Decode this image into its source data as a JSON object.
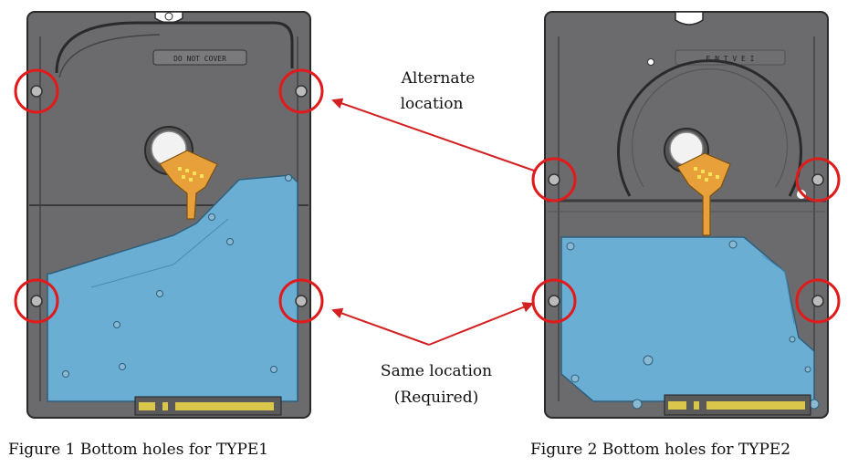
{
  "annotations": {
    "alternate_line1": "Alternate",
    "alternate_line2": "location",
    "same_line1": "Same location",
    "same_line2": "(Required)"
  },
  "captions": {
    "figure1": "Figure 1 Bottom holes for TYPE1",
    "figure2": "Figure 2 Bottom holes for TYPE2"
  },
  "drive_labels": {
    "type1_cover_label": "DO NOT COVER",
    "type2_cover_label": "E N T V E I"
  },
  "colors": {
    "drive_body": "#6b6b6d",
    "drive_body_dark": "#4d4d4f",
    "pcb": "#6aaed4",
    "flex": "#e8a13a",
    "circle": "#e01b1b",
    "arrow": "#d42020"
  }
}
